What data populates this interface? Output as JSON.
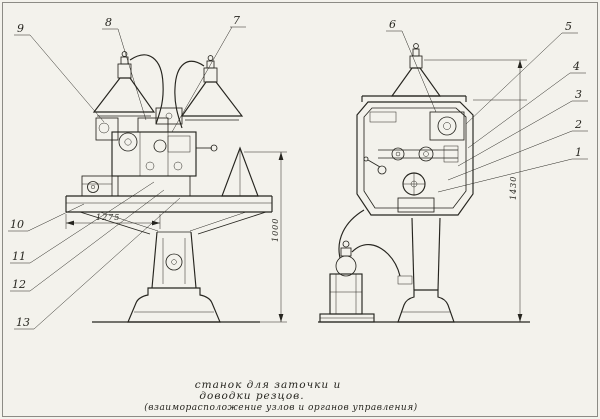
{
  "drawing": {
    "callouts": {
      "n1": "1",
      "n2": "2",
      "n3": "3",
      "n4": "4",
      "n5": "5",
      "n6": "6",
      "n7": "7",
      "n8": "8",
      "n9": "9",
      "n10": "10",
      "n11": "11",
      "n12": "12",
      "n13": "13"
    },
    "dimensions": {
      "table_span": "1275",
      "spindle_height": "1000",
      "overall_height": "1430"
    },
    "caption": {
      "line1": "станок  для  заточки  и",
      "line2": "доводки  резцов.",
      "line3": "(взаиморасположение  узлов  и  органов  управления)"
    }
  }
}
